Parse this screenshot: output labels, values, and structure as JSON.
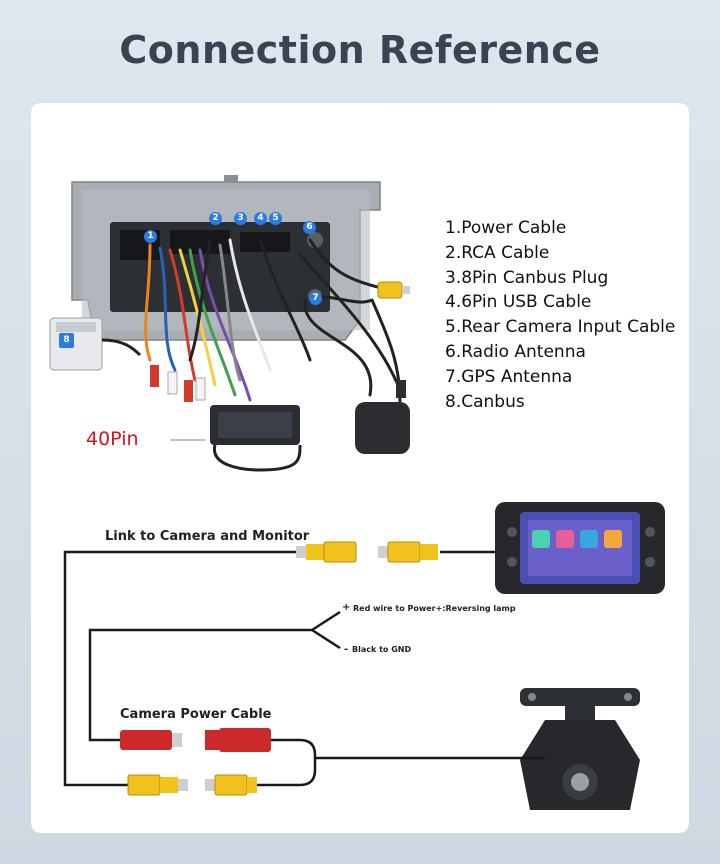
{
  "title": "Connection Reference",
  "legend": [
    "1.Power Cable",
    "2.RCA Cable",
    "3.8Pin Canbus Plug",
    "4.6Pin USB Cable",
    "5.Rear Camera Input Cable",
    "6.Radio Antenna",
    "7.GPS Antenna",
    "8.Canbus"
  ],
  "markers": [
    "1",
    "2",
    "3",
    "4",
    "5",
    "6",
    "7",
    "8"
  ],
  "pin_label": "40Pin",
  "labels": {
    "camera_monitor": "Link to Camera and Monitor",
    "camera_power": "Camera Power Cable",
    "red_wire": "Red wire to Power+:Reversing lamp",
    "black_wire": "Black to GND",
    "plus": "+",
    "minus": "-"
  },
  "colors": {
    "rca_yellow": "#f2c21c",
    "power_red": "#cc2a2a",
    "marker_blue": "#2c7be5",
    "title": "#3a4253"
  }
}
